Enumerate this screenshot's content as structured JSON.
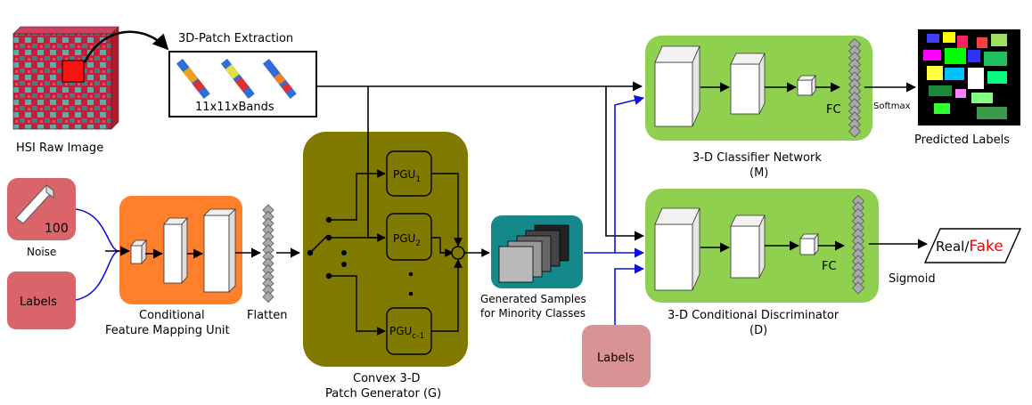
{
  "hsi_image": {
    "caption": "HSI Raw Image"
  },
  "patch_extraction": {
    "title": "3D-Patch Extraction",
    "size_label": "11x11xBands"
  },
  "noise": {
    "label": "100",
    "caption": "Noise"
  },
  "labels_box_left": {
    "label": "Labels"
  },
  "labels_box_bottom": {
    "label": "Labels"
  },
  "mapping_unit": {
    "caption_line1": "Conditional",
    "caption_line2": "Feature Mapping Unit"
  },
  "flatten": {
    "caption": "Flatten"
  },
  "generator": {
    "caption_line1": "Convex 3-D",
    "caption_line2": "Patch Generator (G)",
    "pgu_base": "PGU",
    "pgu_subscripts": [
      "1",
      "2",
      "c-1"
    ]
  },
  "samples": {
    "caption_line1": "Generated Samples",
    "caption_line2": "for Minority Classes"
  },
  "classifier": {
    "caption_line1": "3-D Classifier Network",
    "caption_line2": "(M)",
    "fc_label": "FC",
    "softmax_label": "Softmax"
  },
  "discriminator": {
    "caption_line1": "3-D Conditional Discriminator",
    "caption_line2": "(D)",
    "fc_label": "FC",
    "sigmoid_label": "Sigmoid"
  },
  "predicted": {
    "caption": "Predicted Labels"
  },
  "output": {
    "real": "Real",
    "slash": "/",
    "fake": "Fake"
  },
  "colors": {
    "generator_bg": "#807a00",
    "mapping_bg": "#ff7f2a",
    "green_box": "#8fd14f",
    "teal_box": "#14888a",
    "noise_box": "#d9646a",
    "labels_bottom_box": "#d99394",
    "blue_arrow": "#1010dd",
    "fake_text": "#ff0000",
    "fc_node": "#a9a9a9"
  }
}
